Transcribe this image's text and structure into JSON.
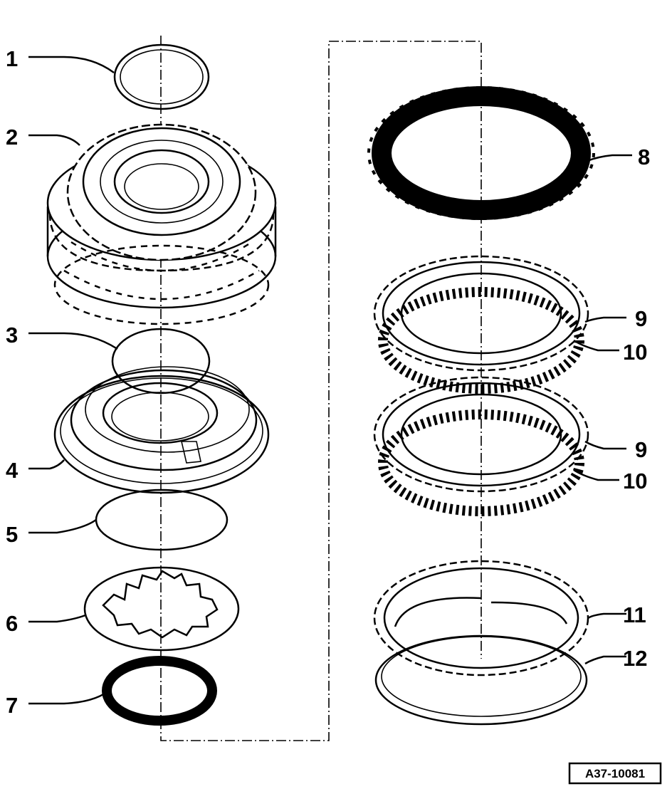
{
  "diagram": {
    "reference_code": "A37-10081",
    "callouts": [
      "1",
      "2",
      "3",
      "4",
      "5",
      "6",
      "7",
      "8",
      "9",
      "10",
      "9",
      "10",
      "11",
      "12"
    ]
  },
  "colors": {
    "ink": "#000000",
    "paper": "#ffffff"
  }
}
